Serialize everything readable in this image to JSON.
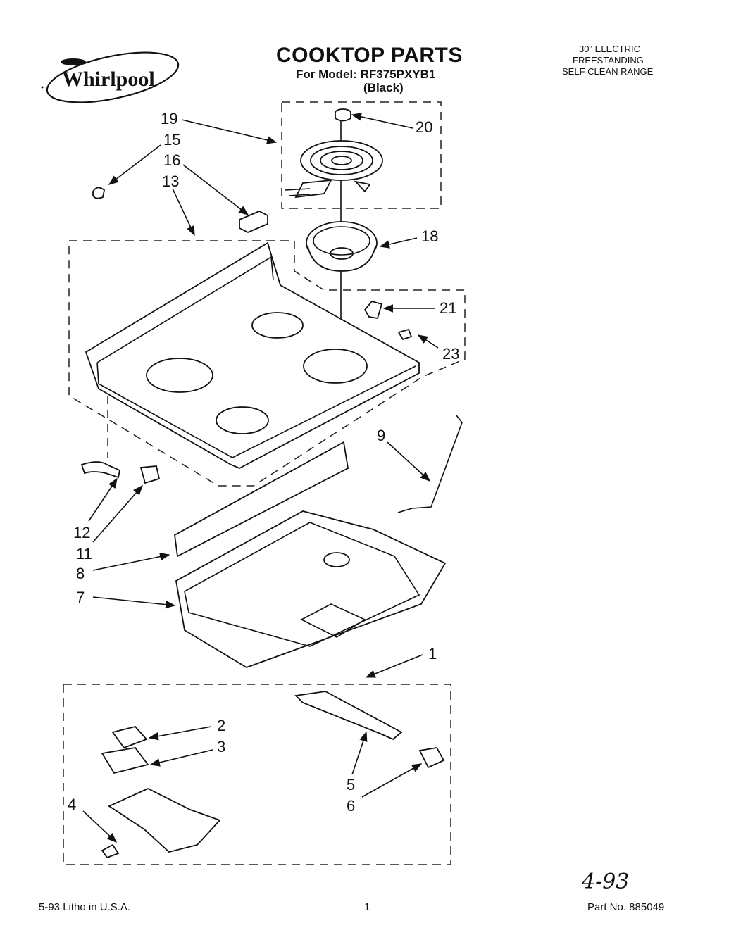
{
  "header": {
    "brand": "Whirlpool",
    "title": "COOKTOP PARTS",
    "model_line": "For Model: RF375PXYB1",
    "color_variant": "(Black)",
    "product_line1": "30\" ELECTRIC",
    "product_line2": "FREESTANDING",
    "product_line3": "SELF CLEAN RANGE"
  },
  "callouts": [
    "19",
    "20",
    "15",
    "16",
    "13",
    "18",
    "21",
    "23",
    "9",
    "12",
    "11",
    "8",
    "7",
    "1",
    "2",
    "3",
    "4",
    "5",
    "6"
  ],
  "handwritten_note": "4-93",
  "footer": {
    "litho": "5-93 Litho in U.S.A.",
    "page": "1",
    "part_no": "Part No. 885049"
  }
}
